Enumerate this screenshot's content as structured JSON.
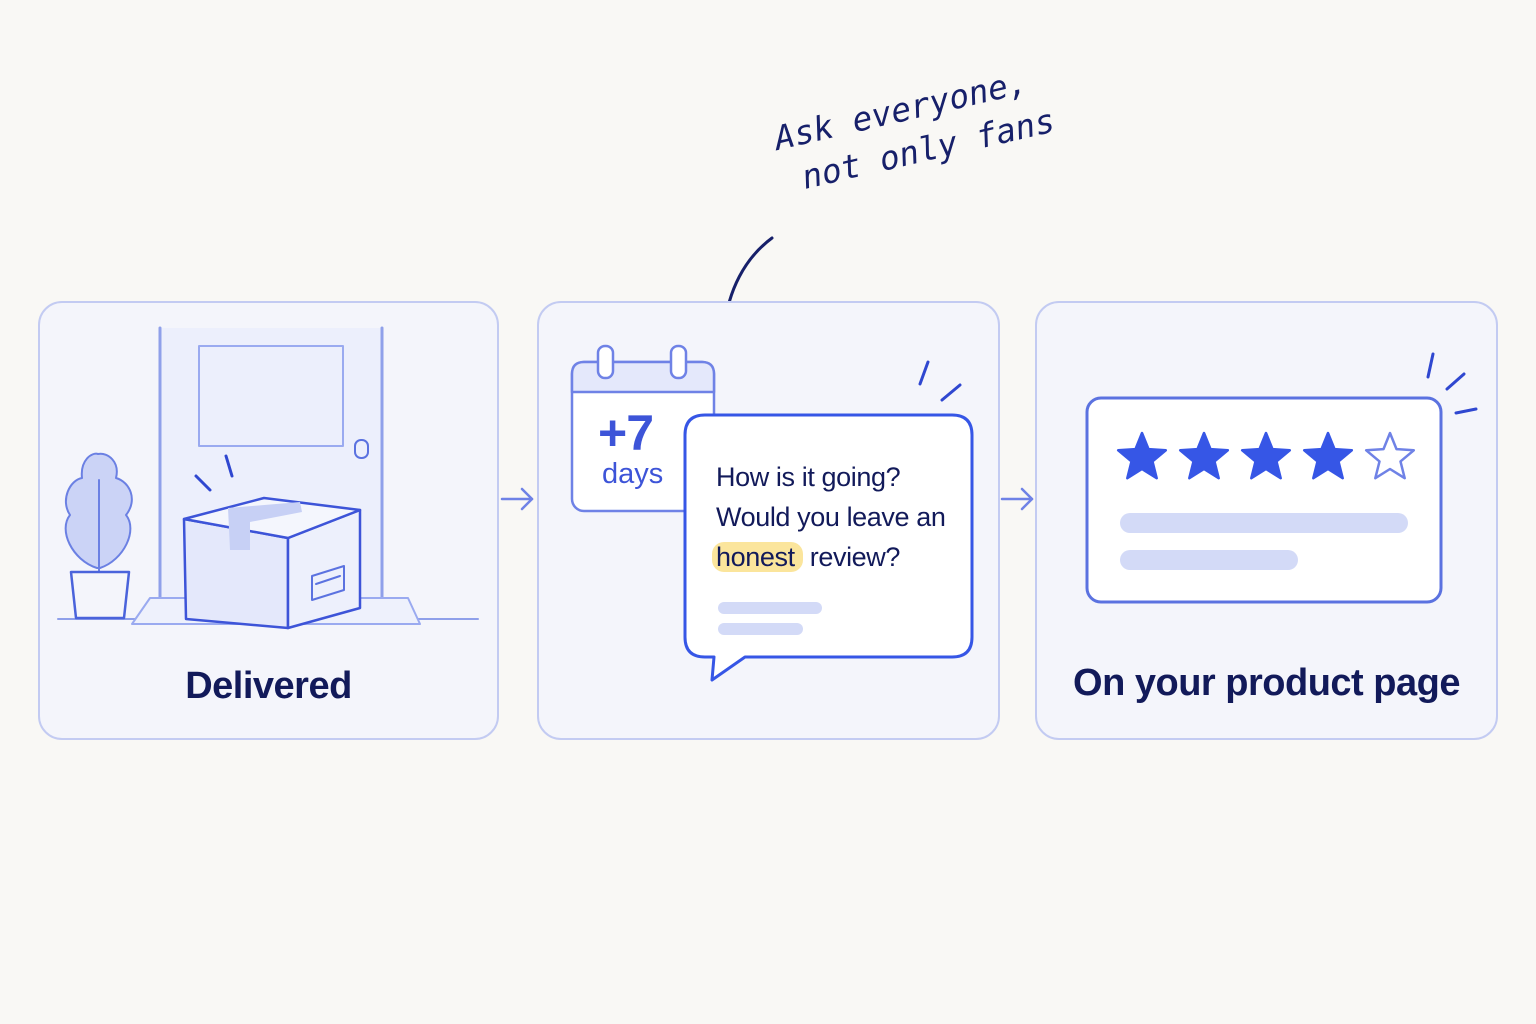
{
  "annotation": {
    "line1": "Ask everyone,",
    "line2": "not only fans"
  },
  "steps": [
    {
      "label": "Delivered"
    },
    {
      "calendar": {
        "value": "+7",
        "unit": "days"
      },
      "message": {
        "line1": "How is it going?",
        "line2": "Would you leave an",
        "highlight": "honest",
        "line3_rest": "review?"
      }
    },
    {
      "rating": {
        "value": 4,
        "max": 5
      },
      "label": "On your product page"
    }
  ],
  "colors": {
    "accent": "#3d54d8",
    "outline": "#c3cbf2",
    "text_dark": "#121a5a",
    "highlight": "#fbe59c",
    "star_fill": "#3656e6"
  }
}
